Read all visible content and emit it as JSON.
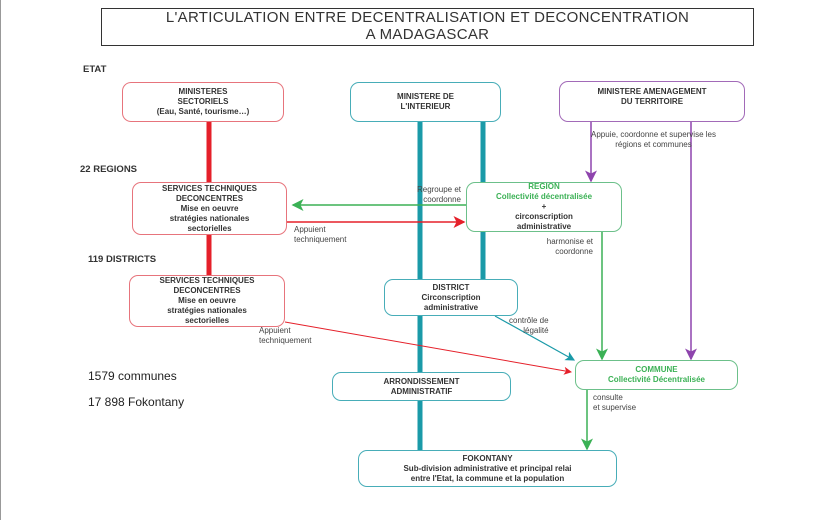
{
  "title": {
    "line1": "L'ARTICULATION ENTRE DECENTRALISATION ET DECONCENTRATION",
    "line2": "A MADAGASCAR"
  },
  "levels": {
    "etat": "ETAT",
    "regions": "22 REGIONS",
    "districts": "119 DISTRICTS"
  },
  "counts": {
    "communes": "1579 communes",
    "fokontany": "17 898 Fokontany"
  },
  "boxes": {
    "ministeres": {
      "l1": "MINISTERES",
      "l2": "SECTORIELS",
      "l3": "(Eau, Santé, tourisme…)"
    },
    "interieur": {
      "l1": "MINISTERE DE",
      "l2": "L'INTERIEUR"
    },
    "amenagement": {
      "l1": "MINISTERE AMENAGEMENT",
      "l2": "DU TERRITOIRE"
    },
    "std_region": {
      "l1": "SERVICES TECHNIQUES",
      "l2": "DECONCENTRES",
      "l3": "Mise en oeuvre",
      "l4": "stratégies nationales",
      "l5": "sectorielles"
    },
    "region": {
      "l1": "REGION",
      "l2": "Collectivité décentralisée",
      "l3": "+",
      "l4": "circonscription",
      "l5": "administrative"
    },
    "std_district": {
      "l1": "SERVICES TECHNIQUES",
      "l2": "DECONCENTRES",
      "l3": "Mise en oeuvre",
      "l4": "stratégies nationales",
      "l5": "sectorielles"
    },
    "district": {
      "l1": "DISTRICT",
      "l2": "Circonscription",
      "l3": "administrative"
    },
    "arrondissement": {
      "l1": "ARRONDISSEMENT",
      "l2": "ADMINISTRATIF"
    },
    "commune": {
      "l1": "COMMUNE",
      "l2": "Collectivité Décentralisée"
    },
    "fokontany": {
      "l1": "FOKONTANY",
      "l2": "Sub-division administrative et principal relai",
      "l3": "entre l'Etat, la commune et la population"
    }
  },
  "labels": {
    "regroupe": {
      "l1": "Regroupe et",
      "l2": "coordonne"
    },
    "appuient1": {
      "l1": "Appuient",
      "l2": "techniquement"
    },
    "appuie": {
      "l1": "Appuie, coordonne et supervise les",
      "l2": "régions et communes"
    },
    "harmonise": {
      "l1": "harmonise et",
      "l2": "coordonne"
    },
    "controle": {
      "l1": "contrôle de",
      "l2": "légalité"
    },
    "appuient2": {
      "l1": "Appuient",
      "l2": "techniquement"
    },
    "consulte": {
      "l1": "consulte",
      "l2": "et supervise"
    }
  },
  "colors": {
    "red": "#e5202a",
    "teal": "#1a9aa8",
    "green": "#3bb155",
    "purple": "#8e44ad"
  }
}
